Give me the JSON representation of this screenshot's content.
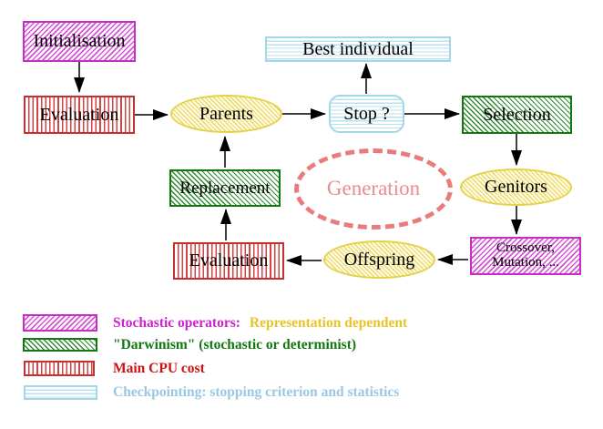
{
  "diagram": {
    "nodes": {
      "initialisation": {
        "label": "Initialisation",
        "style": "magenta-diagonal-hatch"
      },
      "evaluation_top": {
        "label": "Evaluation",
        "style": "red-vertical-stripes"
      },
      "parents": {
        "label": "Parents",
        "style": "yellow-hatched-ellipse"
      },
      "best_individual": {
        "label": "Best individual",
        "style": "cyan-horizontal-stripes"
      },
      "stop": {
        "label": "Stop ?",
        "style": "cyan-horizontal-stripes-rounded"
      },
      "selection": {
        "label": "Selection",
        "style": "green-diagonal-hatch"
      },
      "replacement": {
        "label": "Replacement",
        "style": "green-diagonal-hatch"
      },
      "generation": {
        "label": "Generation",
        "style": "salmon-dashed-ellipse"
      },
      "genitors": {
        "label": "Genitors",
        "style": "yellow-hatched-ellipse"
      },
      "crossover_mutation": {
        "label_line1": "Crossover,",
        "label_line2": "Mutation, ...",
        "style": "magenta-diagonal-hatch"
      },
      "evaluation_bottom": {
        "label": "Evaluation",
        "style": "red-vertical-stripes"
      },
      "offspring": {
        "label": "Offspring",
        "style": "yellow-hatched-ellipse"
      }
    },
    "edges": [
      "initialisation -> evaluation_top",
      "evaluation_top -> parents",
      "parents -> stop",
      "stop -> best_individual",
      "stop -> selection",
      "selection -> genitors",
      "genitors -> crossover_mutation",
      "crossover_mutation -> offspring",
      "offspring -> evaluation_bottom",
      "evaluation_bottom -> replacement",
      "replacement -> parents"
    ]
  },
  "legend": {
    "items": [
      {
        "pattern": "magenta-diagonal-hatch",
        "label": "Stochastic operators:",
        "label_color": "#cc22cc",
        "label2": "Representation dependent",
        "label2_color": "#e8c428"
      },
      {
        "pattern": "green-diagonal-hatch",
        "label": "\"Darwinism\" (stochastic or determinist)",
        "label_color": "#117711"
      },
      {
        "pattern": "red-vertical-stripes",
        "label": "Main CPU cost",
        "label_color": "#cc1111"
      },
      {
        "pattern": "cyan-horizontal-stripes",
        "label": "Checkpointing: stopping criterion and statistics",
        "label_color": "#99c8e2"
      }
    ]
  },
  "colors": {
    "magenta": "#c42ec4",
    "green": "#117711",
    "red": "#c43030",
    "cyan": "#a4d6e8",
    "yellow_border": "#e4d24e",
    "yellow_fill": "#fffce2",
    "salmon_dash": "#e87c7c",
    "salmon_text": "#ea8c8c",
    "arrow": "#000000",
    "background": "#ffffff"
  }
}
